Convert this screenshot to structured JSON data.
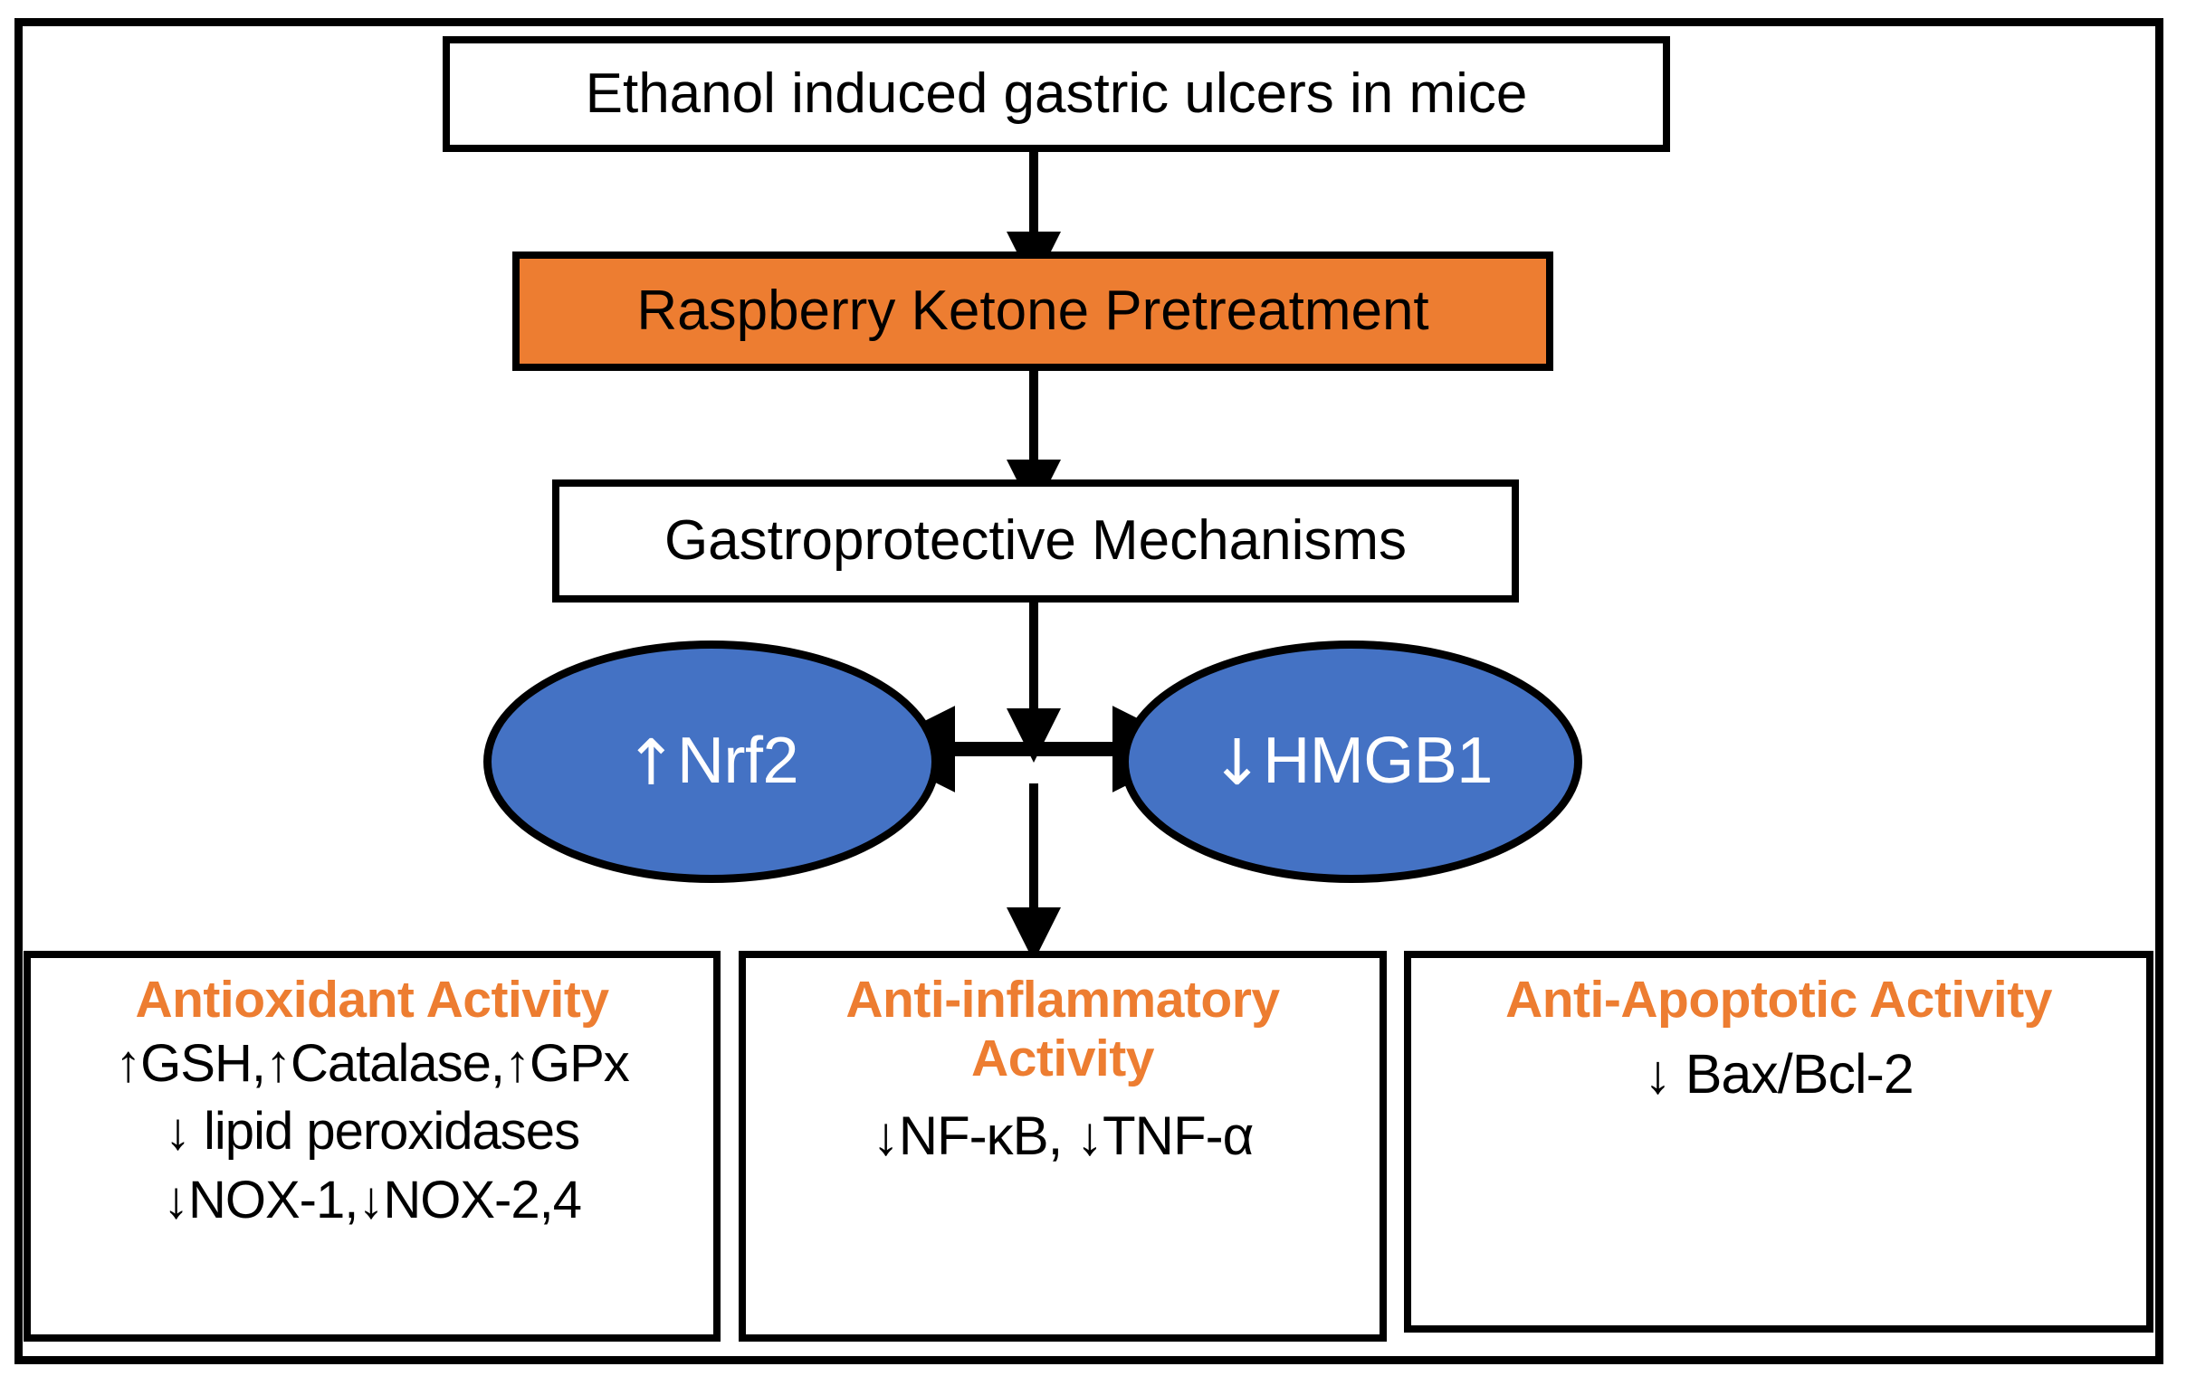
{
  "diagram": {
    "title": "Raspberry Ketone gastroprotective mechanism flowchart",
    "colors": {
      "accent_orange": "#ED7D31",
      "node_blue": "#4472C4",
      "outline_black": "#000000",
      "background_white": "#FFFFFF"
    }
  },
  "flow": {
    "model_box": "Ethanol induced gastric ulcers in mice",
    "treatment_box": "Raspberry Ketone Pretreatment",
    "mechanisms_box": "Gastroprotective Mechanisms"
  },
  "targets": {
    "nrf2": {
      "arrow": "↑",
      "label": "Nrf2"
    },
    "hmgb1": {
      "arrow": "↓",
      "label": "HMGB1"
    }
  },
  "outcomes": [
    {
      "id": "antioxidant",
      "title": "Antioxidant Activity",
      "lines": [
        "↑GSH,↑Catalase,↑GPx",
        "↓ lipid peroxidases",
        "↓NOX-1,↓NOX-2,4"
      ]
    },
    {
      "id": "anti-inflammatory",
      "title": "Anti-inflammatory Activity",
      "title_line_1": "Anti-inflammatory",
      "title_line_2": "Activity",
      "lines": [
        "↓NF-κB,   ↓TNF-α"
      ]
    },
    {
      "id": "anti-apoptotic",
      "title": "Anti-Apoptotic Activity",
      "lines": [
        "↓ Bax/Bcl-2"
      ]
    }
  ],
  "connectors": [
    {
      "name": "ethanol-to-pretreatment",
      "type": "arrow-down"
    },
    {
      "name": "pretreatment-to-mechanisms",
      "type": "arrow-down"
    },
    {
      "name": "mechanisms-to-targets",
      "type": "arrow-down"
    },
    {
      "name": "nrf2-hmgb1-link",
      "type": "double-headed-horizontal"
    },
    {
      "name": "targets-to-outcomes",
      "type": "arrow-down"
    }
  ]
}
